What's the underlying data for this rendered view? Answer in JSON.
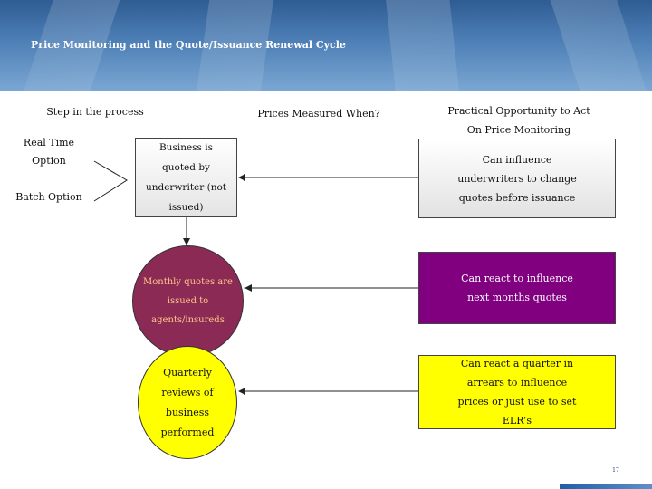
{
  "header": {
    "title": "Price Monitoring and the Quote/Issuance Renewal Cycle"
  },
  "columns": {
    "step": "Step in the process",
    "prices": "Prices Measured When?",
    "practical_line1": "Practical Opportunity to Act",
    "practical_line2": "On Price Monitoring"
  },
  "options": {
    "real_time": "Real Time Option",
    "batch": "Batch Option"
  },
  "process": {
    "quoted": "Business is quoted by underwriter (not issued)",
    "monthly": "Monthly quotes are issued to agents/insureds",
    "quarterly": "Quarterly reviews of business performed"
  },
  "opportunities": {
    "influence": "Can influence underwriters to change quotes before issuance",
    "monthly": "Can react to influence next months quotes",
    "quarterly": "Can react a quarter in arrears to influence prices or just use to set ELR’s"
  },
  "colors": {
    "banner": "#3d6ea6",
    "monthly_circle": "#8b2a55",
    "monthly_text": "#ffc58a",
    "monthly_box": "#800080",
    "quarterly": "#ffff00"
  },
  "page": {
    "number": "17"
  }
}
